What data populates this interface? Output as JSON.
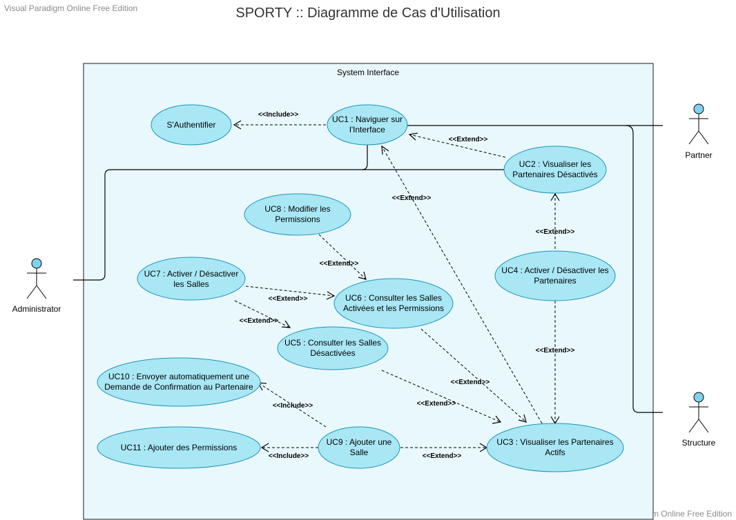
{
  "watermark_top": "Visual Paradigm Online Free Edition",
  "watermark_bottom": "Visual Paradigm Online Free Edition",
  "title": "SPORTY :: Diagramme de Cas d'Utilisation",
  "system_label": "System Interface",
  "actors": {
    "administrator": "Administrator",
    "partner": "Partner",
    "structure": "Structure"
  },
  "use_cases": {
    "auth": [
      "S'Authentifier"
    ],
    "uc1": [
      "UC1 : Naviguer sur",
      "l'Interface"
    ],
    "uc2": [
      "UC2 : Visualiser les",
      "Partenaires Désactivés"
    ],
    "uc3": [
      "UC3 : Visualiser les Partenaires",
      "Actifs"
    ],
    "uc4": [
      "UC4 : Activer / Désactiver les",
      "Partenaires"
    ],
    "uc5": [
      "UC5 : Consulter les Salles",
      "Désactivées"
    ],
    "uc6": [
      "UC6 : Consulter les Salles",
      "Activées et les Permissions"
    ],
    "uc7": [
      "UC7 : Activer / Désactiver",
      "les Salles"
    ],
    "uc8": [
      "UC8 : Modifier les",
      "Permissions"
    ],
    "uc9": [
      "UC9 : Ajouter une",
      "Salle"
    ],
    "uc10": [
      "UC10 : Envoyer automatiquement une",
      "Demande de Confirmation au Partenaire"
    ],
    "uc11": [
      "UC11 : Ajouter des Permissions"
    ]
  },
  "stereotypes": {
    "include": "<<Include>>",
    "extend": "<<Extend>>"
  },
  "colors": {
    "system_fill": "#e9f8fd",
    "system_stroke": "#1a1a1a",
    "use_case_fill": "#a9e7f5",
    "use_case_stroke": "#1a94b8",
    "actor_head": "#7fd3ec"
  }
}
